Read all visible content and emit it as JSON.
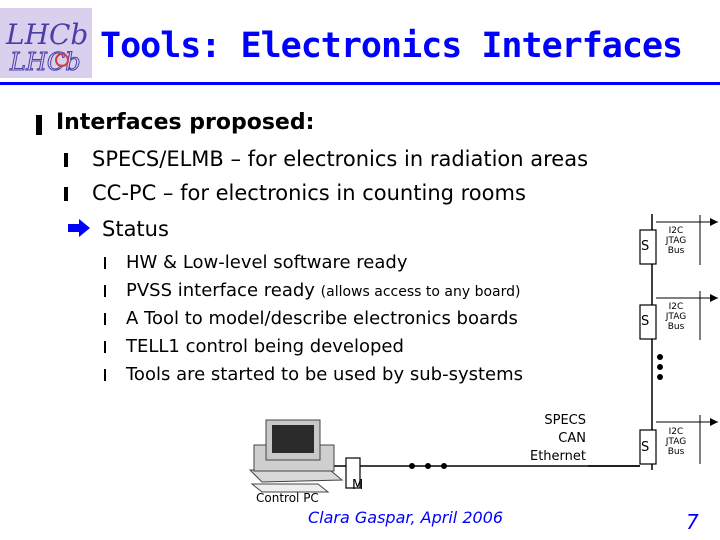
{
  "logo_text": "LHCb",
  "title": "Tools: Electronics Interfaces",
  "main_bullet": {
    "label": "Interfaces proposed:"
  },
  "sub_bullets": [
    "SPECS/ELMB – for electronics in radiation areas",
    "CC-PC – for electronics in counting rooms"
  ],
  "status_bullet": "Status",
  "status_items": [
    {
      "text": "HW & Low-level software ready",
      "note": ""
    },
    {
      "text": "PVSS interface ready",
      "note": "(allows access to any board)"
    },
    {
      "text": "A Tool to model/describe electronics boards",
      "note": ""
    },
    {
      "text": "TELL1 control being developed",
      "note": ""
    },
    {
      "text": "Tools are started to be used by sub-systems",
      "note": ""
    }
  ],
  "diagram": {
    "control_pc_label": "Control PC",
    "m_label": "M",
    "crate_lines": [
      "SPECS",
      "CAN",
      "Ethernet"
    ],
    "s_label": "S",
    "bus_lines": [
      "I2C",
      "JTAG",
      "Bus"
    ]
  },
  "footer": "Clara Gaspar, April 2006",
  "page_number": "7",
  "colors": {
    "accent": "#0000ff",
    "logo_bg": "#d9d0ee",
    "logo_text": "#4a3fa8"
  }
}
